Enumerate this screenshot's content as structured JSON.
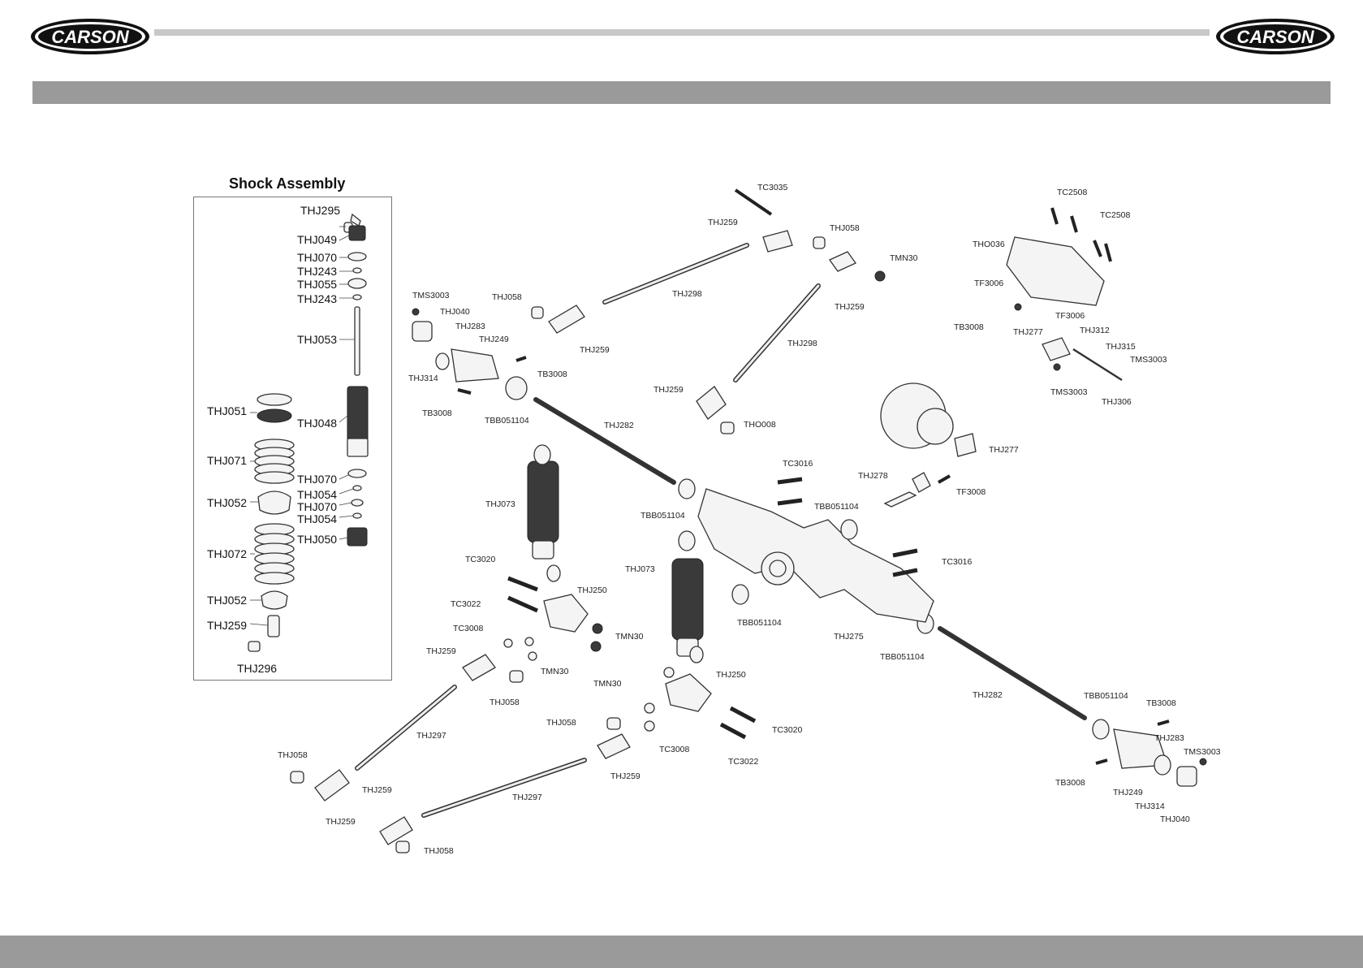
{
  "brand": {
    "logo_text": "CARSON"
  },
  "shock_assembly": {
    "title": "Shock Assembly",
    "parts": [
      "THJ295",
      "THJ049",
      "THJ070",
      "THJ243",
      "THJ055",
      "THJ243",
      "THJ053",
      "THJ051",
      "THJ048",
      "THJ071",
      "THJ070",
      "THJ054",
      "THJ052",
      "THJ070",
      "THJ054",
      "THJ050",
      "THJ072",
      "THJ052",
      "THJ259",
      "THJ296"
    ]
  },
  "callouts": [
    "TC3035",
    "THJ259",
    "THJ058",
    "TMN30",
    "THJ298",
    "THJ259",
    "TC2508",
    "TC2508",
    "THO036",
    "TMS3003",
    "THJ040",
    "THJ058",
    "THJ283",
    "THJ249",
    "THJ259",
    "THJ298",
    "TF3006",
    "TF3006",
    "THJ277",
    "THJ312",
    "THJ315",
    "TMS3003",
    "TB3008",
    "TB3008",
    "THJ314",
    "TB3008",
    "TBB051104",
    "THJ259",
    "THO008",
    "THJ282",
    "TMS3003",
    "THJ306",
    "THJ277",
    "TC3016",
    "THJ278",
    "TF3008",
    "THJ073",
    "TBB051104",
    "TBB051104",
    "TC3016",
    "TC3020",
    "THJ250",
    "TC3022",
    "THJ073",
    "TC3008",
    "TMN30",
    "THJ259",
    "TMN30",
    "TBB051104",
    "THJ275",
    "TBB051104",
    "THJ058",
    "TMN30",
    "THJ250",
    "THJ297",
    "THJ282",
    "TBB051104",
    "TB3008",
    "THJ058",
    "TC3020",
    "TC3008",
    "THJ283",
    "TMS3003",
    "TC3022",
    "THJ058",
    "THJ259",
    "TB3008",
    "THJ249",
    "THJ314",
    "THJ040",
    "THJ259",
    "THJ297",
    "THJ259",
    "THJ058"
  ],
  "colors": {
    "band": "#9a9a9a",
    "rule": "#c8c8c8",
    "ink": "#222222"
  }
}
